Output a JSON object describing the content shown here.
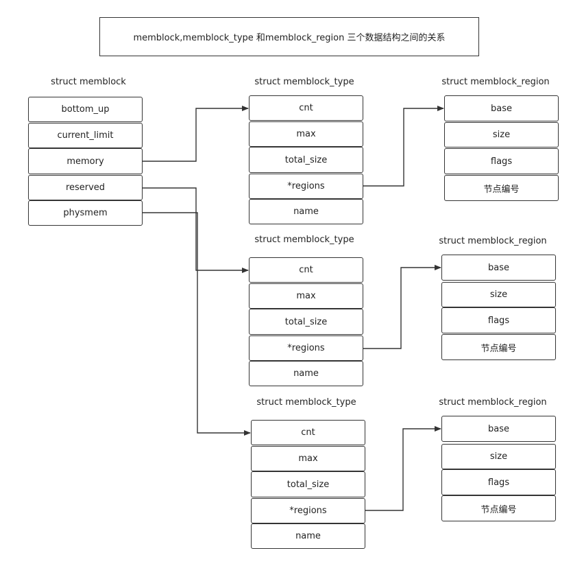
{
  "title": "memblock,memblock_type 和memblock_region 三个数据结构之间的关系",
  "memblock": {
    "label": "struct memblock",
    "fields": [
      "bottom_up",
      "current_limit",
      "memory",
      "reserved",
      "physmem"
    ]
  },
  "memblock_types": [
    {
      "label": "struct memblock_type",
      "fields": [
        "cnt",
        "max",
        "total_size",
        "*regions",
        "name"
      ]
    },
    {
      "label": "struct memblock_type",
      "fields": [
        "cnt",
        "max",
        "total_size",
        "*regions",
        "name"
      ]
    },
    {
      "label": "struct memblock_type",
      "fields": [
        "cnt",
        "max",
        "total_size",
        "*regions",
        "name"
      ]
    }
  ],
  "memblock_regions": [
    {
      "label": "struct memblock_region",
      "fields": [
        "base",
        "size",
        "flags",
        "节点编号"
      ]
    },
    {
      "label": "struct memblock_region",
      "fields": [
        "base",
        "size",
        "flags",
        "节点编号"
      ]
    },
    {
      "label": "struct memblock_region",
      "fields": [
        "base",
        "size",
        "flags",
        "节点编号"
      ]
    }
  ]
}
